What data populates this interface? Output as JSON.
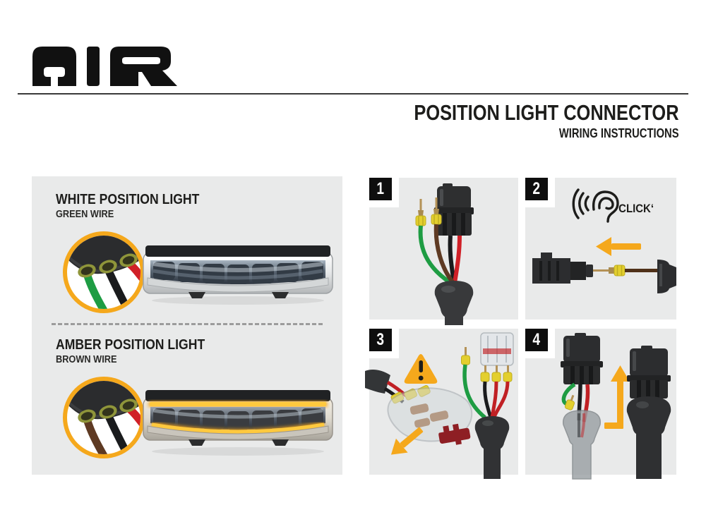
{
  "brand": {
    "name": "AIR"
  },
  "header": {
    "title": "POSITION LIGHT CONNECTOR",
    "subtitle": "WIRING INSTRUCTIONS"
  },
  "left_panel": {
    "sections": [
      {
        "heading": "WHITE POSITION LIGHT",
        "subheading": "GREEN WIRE",
        "wire_hex": "#1E9C43"
      },
      {
        "heading": "AMBER POSITION LIGHT",
        "subheading": "BROWN WIRE",
        "wire_hex": "#5E3A23"
      }
    ]
  },
  "steps": [
    {
      "number": "1"
    },
    {
      "number": "2",
      "click_label": "‘CLICK‘"
    },
    {
      "number": "3"
    },
    {
      "number": "4"
    }
  ],
  "colors": {
    "accent_amber": "#F5A81C",
    "panel_bg": "#E9EAEA",
    "ink": "#1D1D1B",
    "green_wire": "#1E9C43",
    "brown_wire": "#5E3A23",
    "red_wire": "#D02027",
    "black_wire": "#1A1B1D",
    "seal_yellow": "#E3CF2E",
    "pin_gold": "#B49257",
    "clip_red": "#8E1F24"
  }
}
